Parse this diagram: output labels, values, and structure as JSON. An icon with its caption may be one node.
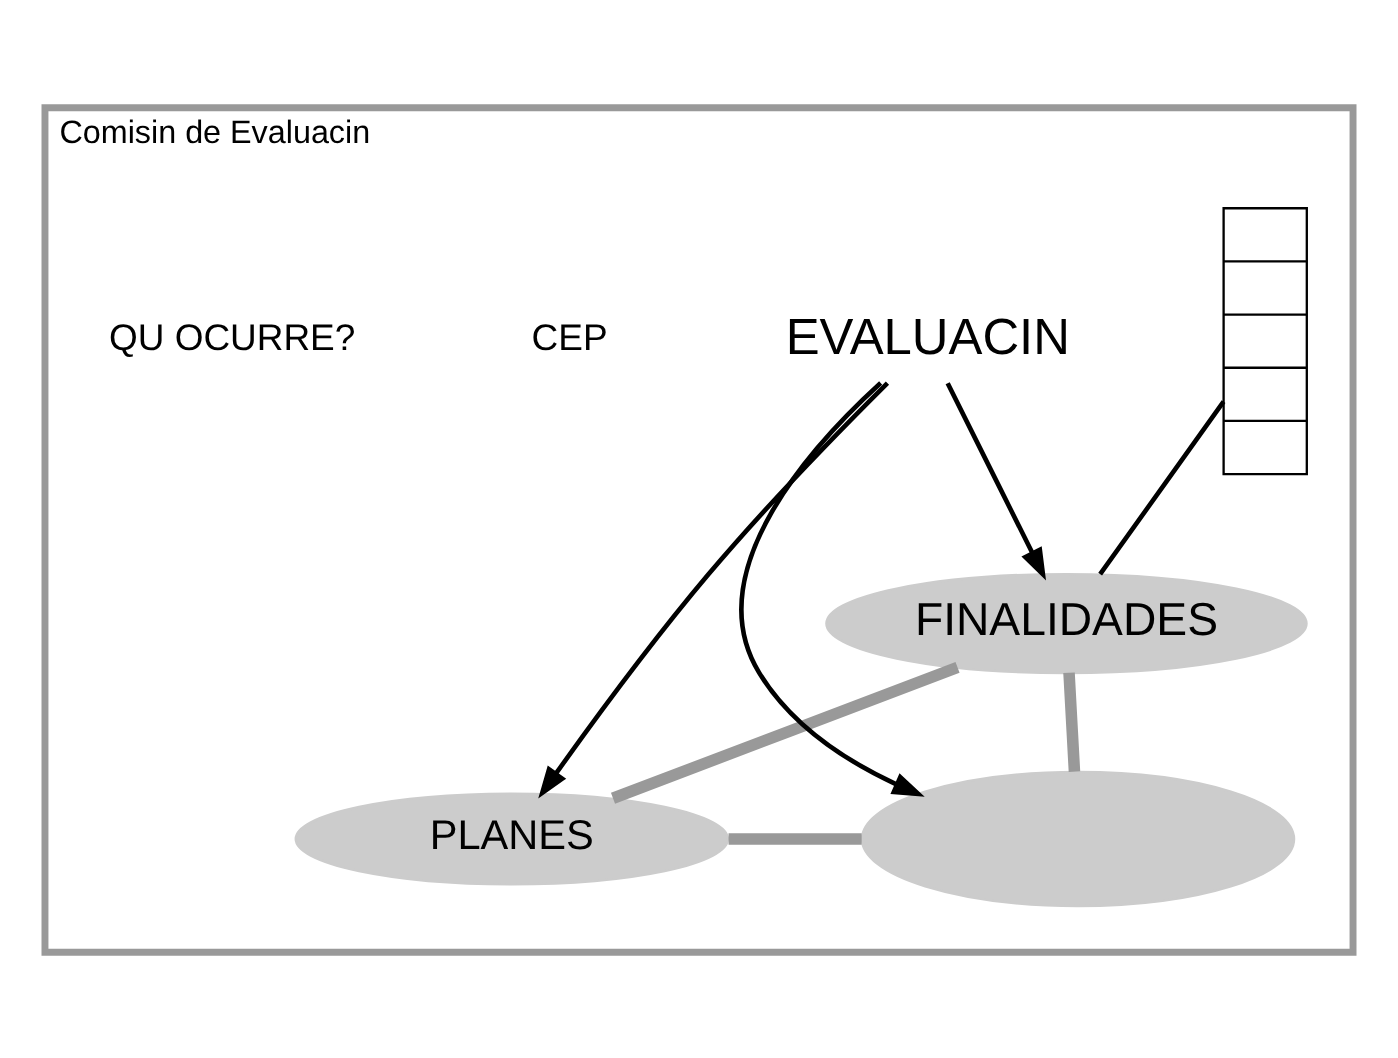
{
  "diagram": {
    "nodes": [
      {
        "text": [
          "Comisin de Evaluacin"
        ]
      },
      {
        "text": [],
        "shape": "comb",
        "in": 0
      },
      {
        "text": [
          "FINALIDADES"
        ],
        "in": 0
      },
      {
        "text": [
          "EVALUACIN"
        ],
        "in": 0
      },
      {
        "text": [
          "PLANES"
        ],
        "in": 0
      },
      {
        "text": [],
        "shape": "ellipse",
        "in": 0
      }
    ],
    "edges": [
      {
        "from": 1,
        "to": 2,
        "arrow": "none"
      },
      {
        "from": 2,
        "to": 4,
        "arrow": "none",
        "style": "thick",
        "color": "#999999"
      },
      {
        "from": 2,
        "to": 5,
        "arrow": "none",
        "style": "thick",
        "color": "#999999"
      },
      {
        "from": 4,
        "to": 5,
        "arrow": "none",
        "style": "thick",
        "color": "#999999"
      },
      {
        "from": 3,
        "to": 2,
        "arrow": "to"
      },
      {
        "from": 3,
        "to": 4,
        "arrow": "to"
      },
      {
        "from": 3,
        "to": 5,
        "arrow": "to"
      }
    ],
    "labels": [
      "CEP",
      "QU OCURRE?"
    ]
  }
}
